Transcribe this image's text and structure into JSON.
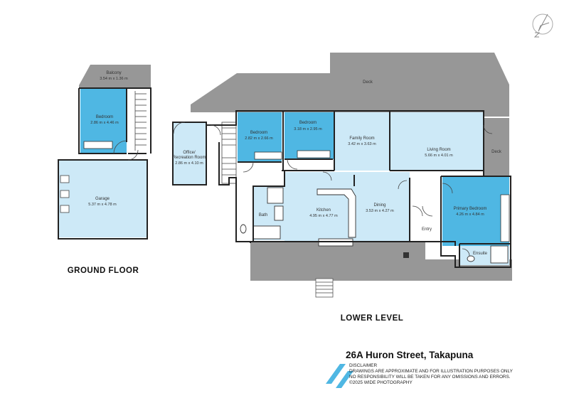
{
  "title": "26A Huron Street, Takapuna",
  "levels": {
    "ground": "GROUND FLOOR",
    "lower": "LOWER LEVEL"
  },
  "rooms": {
    "balcony": {
      "name": "Balcony",
      "dims": "3.54 m x 1.36 m"
    },
    "bedroom_g": {
      "name": "Bedroom",
      "dims": "2.86 m x 4.46 m"
    },
    "garage": {
      "name": "Garage",
      "dims": "5.37 m x 4.78 m"
    },
    "office": {
      "name": "Office/",
      "name2": "Recreation Room",
      "dims": "2.86 m x 4.10 m"
    },
    "bedroom_1": {
      "name": "Bedroom",
      "dims": "2.82 m x 2.66 m"
    },
    "bedroom_2": {
      "name": "Bedroom",
      "dims": "3.18 m x 2.95 m"
    },
    "family": {
      "name": "Family Room",
      "dims": "3.42 m x 3.63 m"
    },
    "living": {
      "name": "Living Room",
      "dims": "5.66 m x 4.01 m"
    },
    "kitchen": {
      "name": "Kitchen",
      "dims": "4.95 m x 4.77 m"
    },
    "dining": {
      "name": "Dining",
      "dims": "3.53 m x 4.27 m"
    },
    "primary": {
      "name": "Primary Bedroom",
      "dims": "4.26 m x 4.84 m"
    },
    "bath": {
      "name": "Bath"
    },
    "ensuite": {
      "name": "Ensuite"
    },
    "entry": {
      "name": "Entry"
    },
    "deck_top": {
      "name": "Deck"
    },
    "deck_right": {
      "name": "Deck"
    }
  },
  "disclaimer": {
    "heading": "DISCLAIMER",
    "line1": "DRAWINGS ARE APPROXIMATE AND FOR ILLUSTRATION PURPOSES ONLY",
    "line2": "NO RESPONSIBILITY WILL BE TAKEN FOR ANY OMISSIONS AND ERRORS.",
    "line3": "©2025 WIDE PHOTOGRAPHY"
  },
  "colors": {
    "bedroom_blue": "#4fb7e3",
    "room_light_blue": "#cde9f7",
    "deck_grey": "#979797",
    "wall": "#222222",
    "accent_stripe": "#4fb7e3"
  },
  "icons": {
    "compass": "north-compass-icon",
    "logo": "blue-stripes-logo"
  }
}
